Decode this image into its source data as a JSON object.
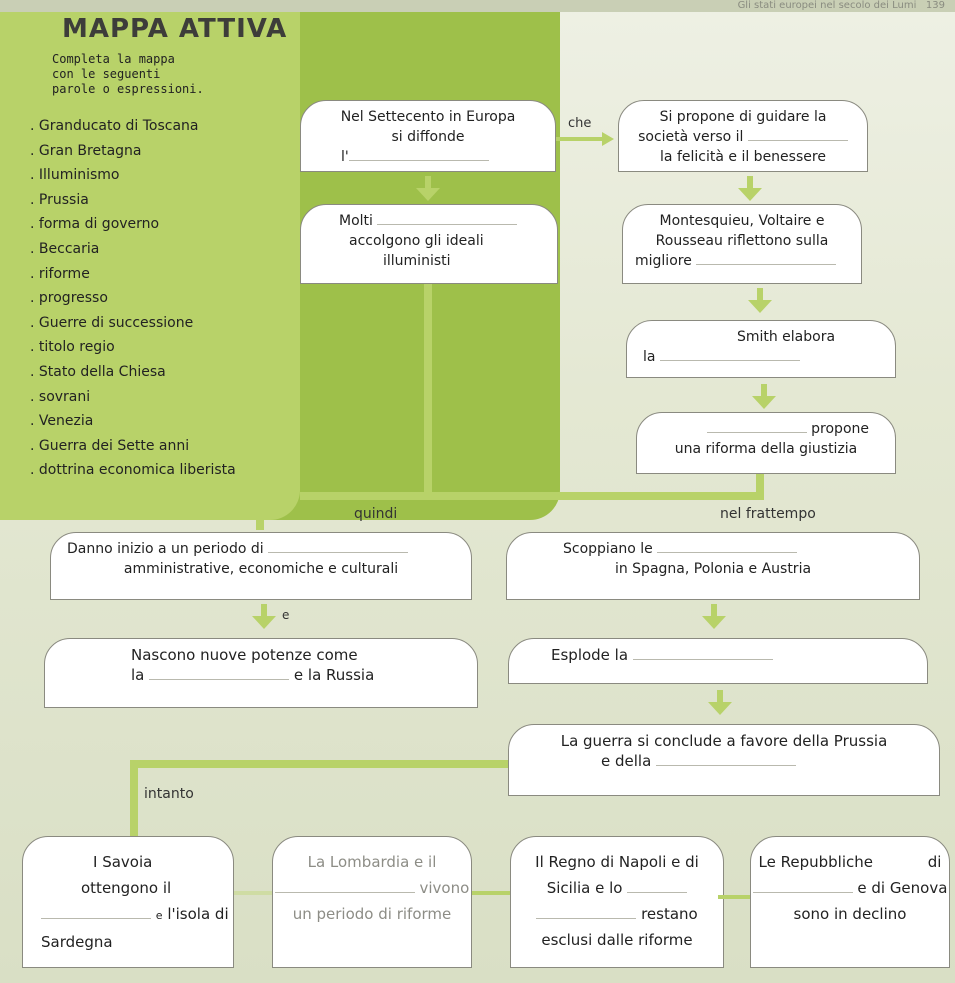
{
  "header": {
    "chapter_note": "Gli stati europei nel secolo dei Lumi",
    "page_number": "139"
  },
  "title": "MAPPA ATTIVA",
  "instructions": [
    "Completa la mappa",
    "con le seguenti",
    "parole o espressioni."
  ],
  "words": [
    "Granducato di Toscana",
    "Gran Bretagna",
    "Illuminismo",
    "Prussia",
    "forma di governo",
    "Beccaria",
    "riforme",
    "progresso",
    "Guerre di successione",
    "titolo regio",
    "Stato della Chiesa",
    "sovrani",
    "Venezia",
    "Guerra dei Sette anni",
    "dottrina economica liberista"
  ],
  "map": {
    "box_enlightenment": [
      "Nel Settecento in Europa",
      "si diffonde",
      "l'"
    ],
    "link_che": "che",
    "box_propose": [
      "Si propone di guidare la",
      "società verso il",
      "la felicità e il benessere"
    ],
    "box_molti": [
      "Molti",
      "accolgono gli ideali",
      "illuministi"
    ],
    "box_montesquieu": [
      "Montesquieu, Voltaire e",
      "Rousseau riflettono sulla",
      "migliore"
    ],
    "box_smith": [
      "Smith elabora",
      "la"
    ],
    "box_reform": [
      "propone",
      "una riforma della giustizia"
    ],
    "label_quindi": "quindi",
    "label_frattempo": "nel frattempo",
    "box_period": [
      "Danno inizio a un periodo di",
      "amministrative, economiche e culturali"
    ],
    "box_war_spain": [
      "Scoppiano le",
      "in Spagna, Polonia e Austria"
    ],
    "label_e": "e",
    "box_powers": [
      "Nascono nuove potenze come",
      "la",
      "e la Russia"
    ],
    "box_explode": [
      "Esplode la"
    ],
    "box_prussia_win": [
      "La guerra si conclude a favore della Prussia",
      "e della"
    ],
    "label_intanto": "intanto",
    "box_savoia": [
      "I Savoia",
      "ottengono",
      "il",
      "e",
      "l'isola di Sardegna"
    ],
    "box_lombardia": [
      "La Lombardia e il",
      "vivono un periodo",
      "di riforme"
    ],
    "box_napoli": [
      "Il Regno di Napoli",
      "e di Sicilia e lo",
      "restano",
      "esclusi dalle riforme"
    ],
    "box_repubbliche": [
      "Le Repubbliche",
      "di",
      "e di Genova",
      "sono in declino"
    ]
  }
}
